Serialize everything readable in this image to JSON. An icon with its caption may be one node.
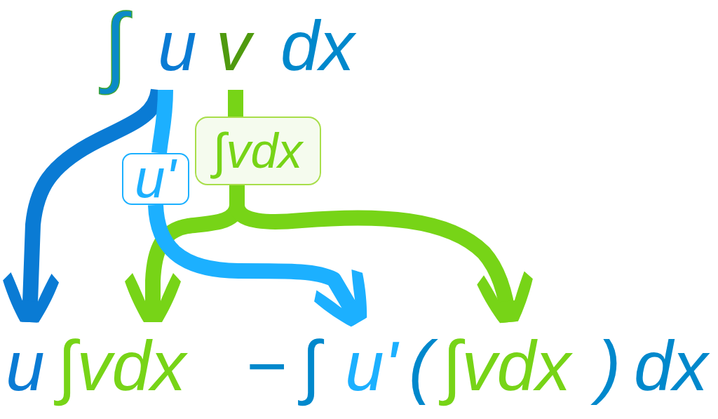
{
  "diagram": {
    "nodes": [
      {
        "text": [
          "u"
        ]
      },
      {
        "text": [
          "v"
        ]
      },
      {
        "text": [
          "u'"
        ]
      },
      {
        "text": [
          "∫vdx"
        ]
      },
      {
        "text": [
          "u"
        ]
      },
      {
        "text": [
          "∫vdx"
        ]
      },
      {
        "text": [
          "u'"
        ]
      },
      {
        "text": [
          "∫vdx"
        ]
      }
    ],
    "edges": [
      {
        "from": 0,
        "to": 4,
        "arrow": "to",
        "color": "#0a7bd4"
      },
      {
        "from": 0,
        "to": 2,
        "arrow": "none",
        "color": "#1cb0ff"
      },
      {
        "from": 2,
        "to": 6,
        "arrow": "to",
        "color": "#1cb0ff"
      },
      {
        "from": 1,
        "to": 3,
        "arrow": "none"
      },
      {
        "from": 3,
        "to": 5,
        "arrow": "to"
      },
      {
        "from": 3,
        "to": 7,
        "arrow": "to"
      }
    ],
    "labels": [
      "∫",
      "dx",
      "−",
      "∫",
      "(",
      ")",
      "dx"
    ]
  }
}
